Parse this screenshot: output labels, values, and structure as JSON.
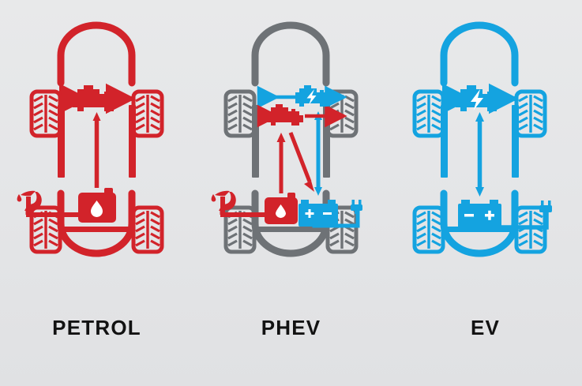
{
  "background_color": "#e6e7e8",
  "label_color": "#121212",
  "colors": {
    "petrol_red": "#d2232a",
    "phev_gray": "#6e7276",
    "ev_blue": "#14a3e0",
    "white": "#ffffff"
  },
  "panels": [
    {
      "id": "petrol",
      "label": "PETROL",
      "body_color": "#d2232a",
      "accent_color": "#d2232a",
      "components": [
        {
          "name": "engine",
          "icon": "combustion-engine-icon",
          "color": "#d2232a"
        },
        {
          "name": "fuel-tank",
          "icon": "fuel-tank-icon",
          "color": "#d2232a"
        },
        {
          "name": "fuel-nozzle",
          "icon": "fuel-pump-nozzle-icon",
          "color": "#d2232a"
        },
        {
          "name": "front-left-wheel",
          "icon": "tyre-icon",
          "color": "#d2232a"
        },
        {
          "name": "front-right-wheel",
          "icon": "tyre-icon",
          "color": "#d2232a"
        },
        {
          "name": "rear-left-wheel",
          "icon": "tyre-icon",
          "color": "#d2232a"
        },
        {
          "name": "rear-right-wheel",
          "icon": "tyre-icon",
          "color": "#d2232a"
        }
      ],
      "flows": [
        {
          "name": "engine-to-front-wheels",
          "color": "#d2232a",
          "direction": "both"
        },
        {
          "name": "fuel-tank-to-engine",
          "color": "#d2232a",
          "direction": "up"
        },
        {
          "name": "nozzle-to-fuel-tank",
          "color": "#d2232a",
          "direction": "none"
        }
      ]
    },
    {
      "id": "phev",
      "label": "PHEV",
      "body_color": "#6e7276",
      "accent_color": "#14a3e0",
      "components": [
        {
          "name": "electric-motor",
          "icon": "electric-motor-icon",
          "color": "#14a3e0"
        },
        {
          "name": "engine",
          "icon": "combustion-engine-icon",
          "color": "#d2232a"
        },
        {
          "name": "fuel-tank",
          "icon": "fuel-tank-icon",
          "color": "#d2232a"
        },
        {
          "name": "fuel-nozzle",
          "icon": "fuel-pump-nozzle-icon",
          "color": "#d2232a"
        },
        {
          "name": "battery",
          "icon": "battery-icon",
          "color": "#14a3e0",
          "terminals": [
            "+",
            "–"
          ]
        },
        {
          "name": "charge-plug",
          "icon": "plug-icon",
          "color": "#14a3e0"
        },
        {
          "name": "front-left-wheel",
          "icon": "tyre-icon",
          "color": "#6e7276"
        },
        {
          "name": "front-right-wheel",
          "icon": "tyre-icon",
          "color": "#6e7276"
        },
        {
          "name": "rear-left-wheel",
          "icon": "tyre-icon",
          "color": "#6e7276"
        },
        {
          "name": "rear-right-wheel",
          "icon": "tyre-icon",
          "color": "#6e7276"
        }
      ],
      "flows": [
        {
          "name": "motor-to-left-wheel",
          "color": "#14a3e0",
          "direction": "left"
        },
        {
          "name": "motor-to-right-wheel",
          "color": "#14a3e0",
          "direction": "right"
        },
        {
          "name": "motor-to-battery",
          "color": "#14a3e0",
          "direction": "both"
        },
        {
          "name": "engine-to-left-wheel",
          "color": "#d2232a",
          "direction": "left"
        },
        {
          "name": "engine-to-right-wheel",
          "color": "#d2232a",
          "direction": "right"
        },
        {
          "name": "fuel-tank-to-engine",
          "color": "#d2232a",
          "direction": "up"
        },
        {
          "name": "engine-to-battery",
          "color": "#d2232a",
          "direction": "down-right"
        },
        {
          "name": "nozzle-to-fuel-tank",
          "color": "#d2232a",
          "direction": "none"
        },
        {
          "name": "plug-to-battery",
          "color": "#14a3e0",
          "direction": "none"
        }
      ]
    },
    {
      "id": "ev",
      "label": "EV",
      "body_color": "#14a3e0",
      "accent_color": "#14a3e0",
      "components": [
        {
          "name": "electric-motor",
          "icon": "electric-motor-icon",
          "color": "#14a3e0"
        },
        {
          "name": "battery",
          "icon": "battery-icon",
          "color": "#14a3e0",
          "terminals": [
            "–",
            "+"
          ]
        },
        {
          "name": "charge-plug",
          "icon": "plug-icon",
          "color": "#14a3e0"
        },
        {
          "name": "front-left-wheel",
          "icon": "tyre-icon",
          "color": "#14a3e0"
        },
        {
          "name": "front-right-wheel",
          "icon": "tyre-icon",
          "color": "#14a3e0"
        },
        {
          "name": "rear-left-wheel",
          "icon": "tyre-icon",
          "color": "#14a3e0"
        },
        {
          "name": "rear-right-wheel",
          "icon": "tyre-icon",
          "color": "#14a3e0"
        }
      ],
      "flows": [
        {
          "name": "motor-to-front-wheels",
          "color": "#14a3e0",
          "direction": "both"
        },
        {
          "name": "motor-to-battery",
          "color": "#14a3e0",
          "direction": "both"
        },
        {
          "name": "plug-to-battery",
          "color": "#14a3e0",
          "direction": "none"
        }
      ]
    }
  ]
}
